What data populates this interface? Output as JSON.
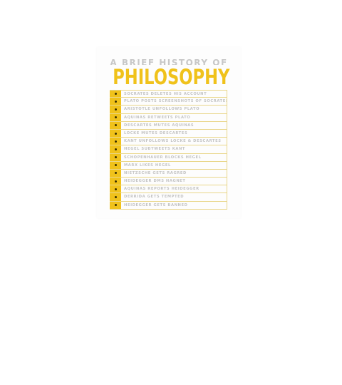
{
  "poster": {
    "title_top": "A BRIEF HISTORY OF",
    "title_main": "PHILOSOPHY",
    "accent_color": "#f0c21b",
    "lines": [
      "SOCRATES DELETES HIS ACCOUNT",
      "PLATO POSTS SCREENSHOTS OF SOCRATES",
      "ARISTOTLE UNFOLLOWS PLATO",
      "AQUINAS RETWEETS PLATO",
      "DESCARTES MUTES AQUINAS",
      "LOCKE MUTES DESCARTES",
      "KANT UNFOLLOWS LOCKE & DESCARTES",
      "HEGEL SUBTWEETS KANT",
      "SCHOPENHAUER BLOCKS HEGEL",
      "MARX LIKES HEGEL",
      "NIETZSCHE GETS RAGRED",
      "HEIDEGGER DMS HAGNET",
      "AQUINAS REPORTS HEIDEGGER",
      "DERRIDA GETS TEMPTED",
      "HEIDEGGER GETS BANNED"
    ]
  }
}
